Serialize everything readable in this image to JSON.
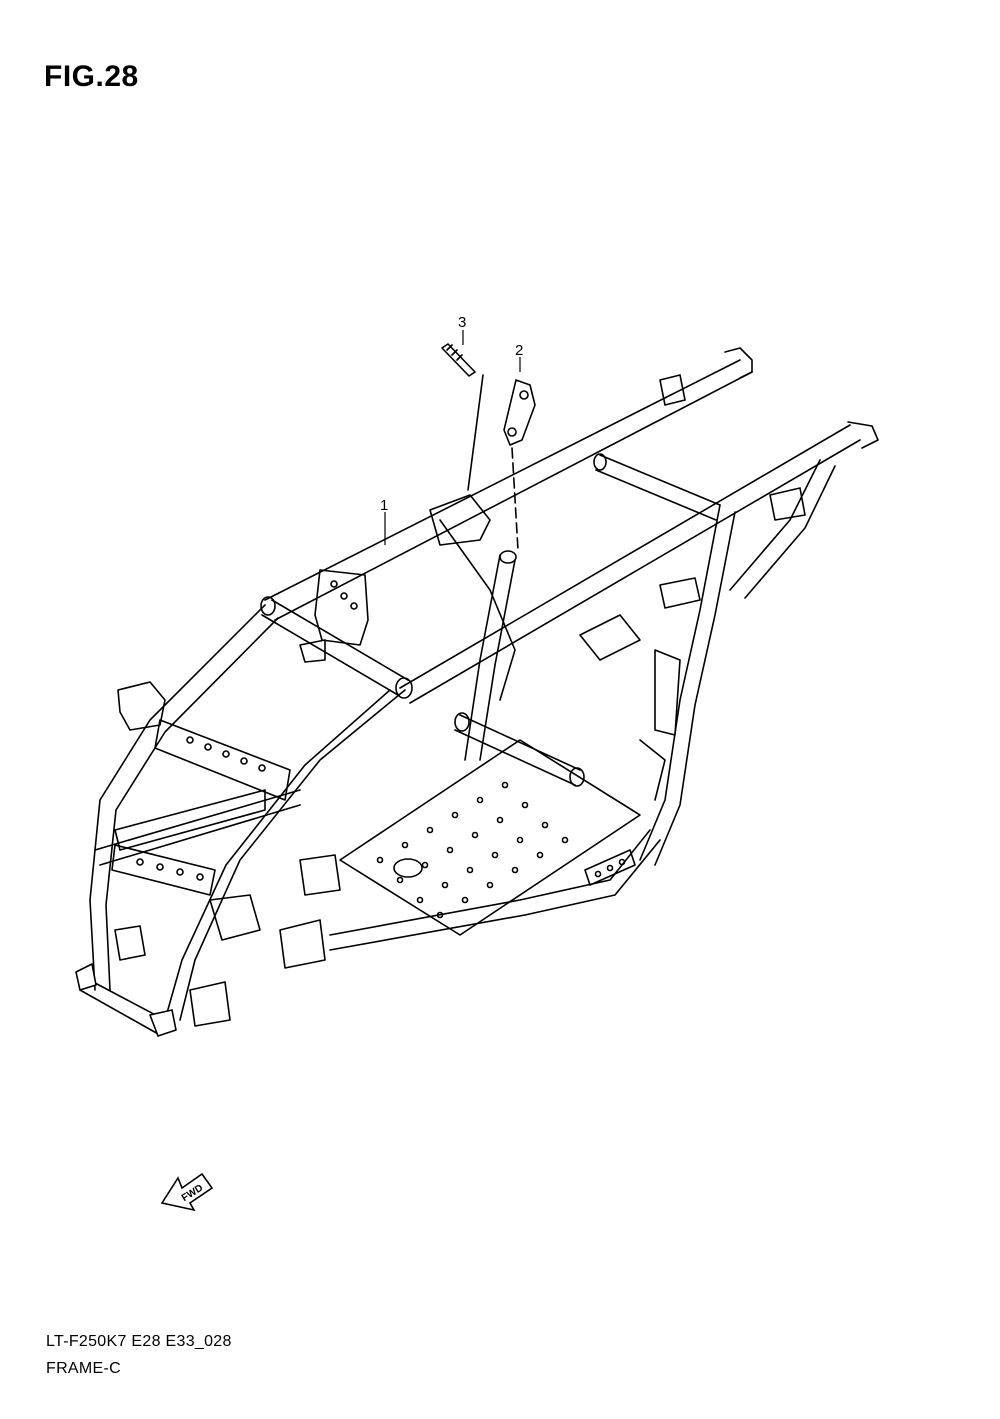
{
  "figure": {
    "title": "FIG.28",
    "code": "LT-F250K7 E28 E33_028",
    "name": "FRAME-C"
  },
  "callouts": [
    {
      "number": "1",
      "part": "frame"
    },
    {
      "number": "2",
      "part": "bracket"
    },
    {
      "number": "3",
      "part": "bolt"
    }
  ],
  "fwd_marker": {
    "label": "FWD",
    "icon": "fwd-arrow-icon"
  },
  "colors": {
    "line": "#000000",
    "background": "#ffffff"
  }
}
